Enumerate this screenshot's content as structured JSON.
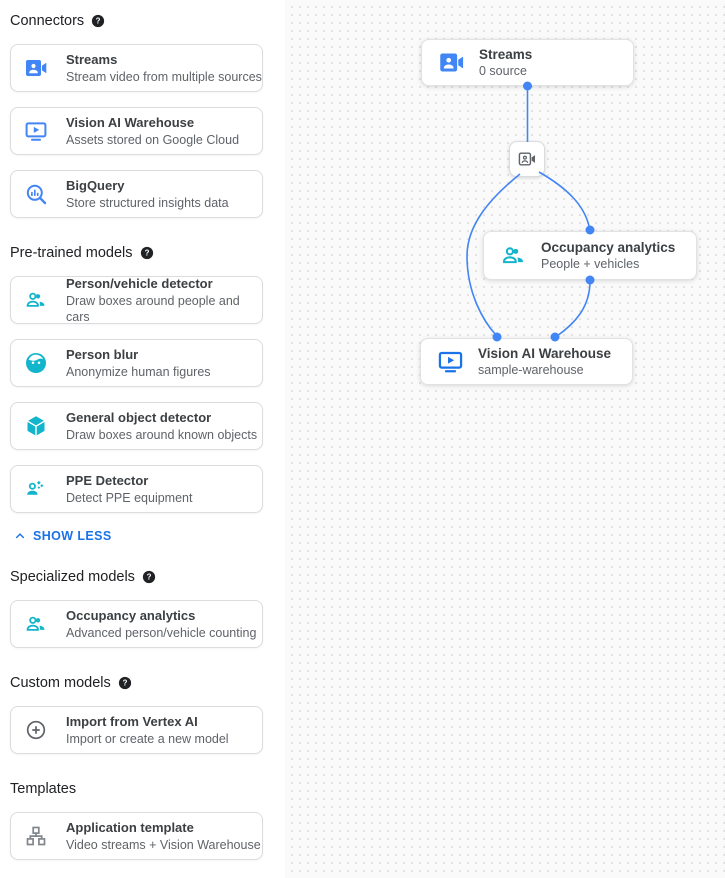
{
  "sidebar": {
    "sections": [
      {
        "label": "Connectors",
        "has_help": true,
        "items": [
          {
            "icon": "video-camera-icon",
            "title": "Streams",
            "subtitle": "Stream video from multiple sources"
          },
          {
            "icon": "warehouse-monitor-icon",
            "title": "Vision AI Warehouse",
            "subtitle": "Assets stored on Google Cloud"
          },
          {
            "icon": "bigquery-icon",
            "title": "BigQuery",
            "subtitle": "Store structured insights data"
          }
        ]
      },
      {
        "label": "Pre-trained models",
        "has_help": true,
        "items": [
          {
            "icon": "people-icon",
            "title": "Person/vehicle detector",
            "subtitle": "Draw boxes around people and cars"
          },
          {
            "icon": "face-icon",
            "title": "Person blur",
            "subtitle": "Anonymize human figures"
          },
          {
            "icon": "cube-icon",
            "title": "General object detector",
            "subtitle": "Draw boxes around known objects"
          },
          {
            "icon": "ppe-icon",
            "title": "PPE Detector",
            "subtitle": "Detect PPE equipment"
          }
        ]
      },
      {
        "label": "Specialized models",
        "has_help": true,
        "items": [
          {
            "icon": "people-icon",
            "title": "Occupancy analytics",
            "subtitle": "Advanced person/vehicle counting"
          }
        ]
      },
      {
        "label": "Custom models",
        "has_help": true,
        "items": [
          {
            "icon": "plus-circle-icon",
            "title": "Import from Vertex AI",
            "subtitle": "Import or create a new model"
          }
        ]
      },
      {
        "label": "Templates",
        "has_help": false,
        "items": [
          {
            "icon": "tree-schema-icon",
            "title": "Application template",
            "subtitle": "Video streams + Vision Warehouse"
          }
        ]
      }
    ],
    "show_less": "SHOW LESS"
  },
  "canvas": {
    "nodes": {
      "streams": {
        "title": "Streams",
        "subtitle": "0 source"
      },
      "processor": {
        "icon": "video-camera-outline-icon"
      },
      "occupancy": {
        "title": "Occupancy analytics",
        "subtitle": "People + vehicles"
      },
      "warehouse": {
        "title": "Vision AI Warehouse",
        "subtitle": "sample-warehouse"
      }
    }
  },
  "colors": {
    "icon_blue": "#4285f4",
    "icon_teal": "#12b5cb",
    "icon_gray": "#5f6368",
    "link_blue": "#1a73e8",
    "edge_blue": "#4285f4",
    "help_black": "#202124"
  }
}
